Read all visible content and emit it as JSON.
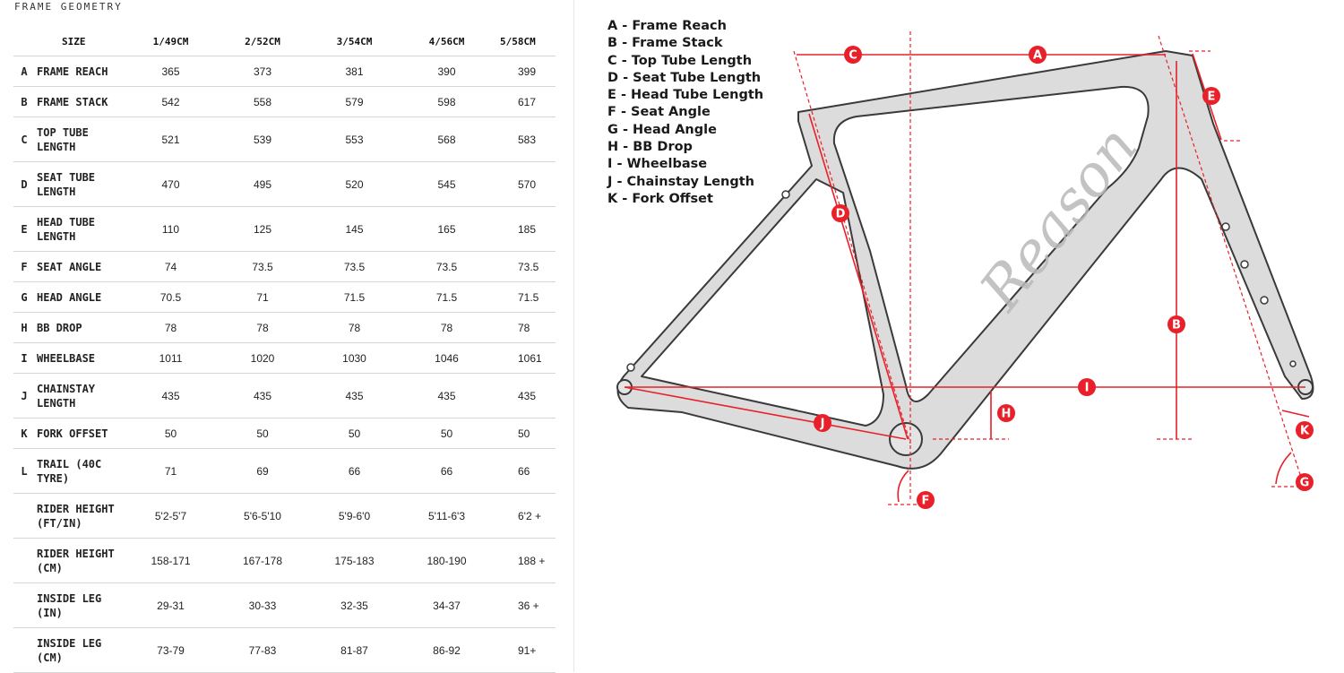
{
  "title": "FRAME GEOMETRY",
  "table": {
    "size_header": "SIZE",
    "sizes": [
      "1/49CM",
      "2/52CM",
      "3/54CM",
      "4/56CM",
      "5/58CM"
    ],
    "rows": [
      {
        "code": "A",
        "label_lines": [
          "FRAME REACH"
        ],
        "values": [
          "365",
          "373",
          "381",
          "390",
          "399"
        ]
      },
      {
        "code": "B",
        "label_lines": [
          "FRAME STACK"
        ],
        "values": [
          "542",
          "558",
          "579",
          "598",
          "617"
        ]
      },
      {
        "code": "C",
        "label_lines": [
          "TOP TUBE",
          "LENGTH"
        ],
        "values": [
          "521",
          "539",
          "553",
          "568",
          "583"
        ]
      },
      {
        "code": "D",
        "label_lines": [
          "SEAT TUBE",
          "LENGTH"
        ],
        "values": [
          "470",
          "495",
          "520",
          "545",
          "570"
        ]
      },
      {
        "code": "E",
        "label_lines": [
          "HEAD TUBE",
          "LENGTH"
        ],
        "values": [
          "110",
          "125",
          "145",
          "165",
          "185"
        ]
      },
      {
        "code": "F",
        "label_lines": [
          "SEAT ANGLE"
        ],
        "values": [
          "74",
          "73.5",
          "73.5",
          "73.5",
          "73.5"
        ]
      },
      {
        "code": "G",
        "label_lines": [
          "HEAD ANGLE"
        ],
        "values": [
          "70.5",
          "71",
          "71.5",
          "71.5",
          "71.5"
        ]
      },
      {
        "code": "H",
        "label_lines": [
          "BB DROP"
        ],
        "values": [
          "78",
          "78",
          "78",
          "78",
          "78"
        ]
      },
      {
        "code": "I",
        "label_lines": [
          "WHEELBASE"
        ],
        "values": [
          "1011",
          "1020",
          "1030",
          "1046",
          "1061"
        ]
      },
      {
        "code": "J",
        "label_lines": [
          "CHAINSTAY",
          "LENGTH"
        ],
        "values": [
          "435",
          "435",
          "435",
          "435",
          "435"
        ]
      },
      {
        "code": "K",
        "label_lines": [
          "FORK OFFSET"
        ],
        "values": [
          "50",
          "50",
          "50",
          "50",
          "50"
        ]
      },
      {
        "code": "L",
        "label_lines": [
          "TRAIL (40C",
          "TYRE)"
        ],
        "values": [
          "71",
          "69",
          "66",
          "66",
          "66"
        ]
      },
      {
        "code": "",
        "label_lines": [
          "RIDER HEIGHT",
          "(FT/IN)"
        ],
        "values": [
          "5'2-5'7",
          "5'6-5'10",
          "5'9-6'0",
          "5'11-6'3",
          "6'2 +"
        ]
      },
      {
        "code": "",
        "label_lines": [
          "RIDER HEIGHT",
          "(CM)"
        ],
        "values": [
          "158-171",
          "167-178",
          "175-183",
          "180-190",
          "188 +"
        ]
      },
      {
        "code": "",
        "label_lines": [
          "INSIDE LEG",
          "(IN)"
        ],
        "values": [
          "29-31",
          "30-33",
          "32-35",
          "34-37",
          "36 +"
        ]
      },
      {
        "code": "",
        "label_lines": [
          "INSIDE LEG",
          "(CM)"
        ],
        "values": [
          "73-79",
          "77-83",
          "81-87",
          "86-92",
          "91+"
        ]
      }
    ]
  },
  "legend": [
    "A  - Frame Reach",
    "B  - Frame Stack",
    "C  - Top Tube Length",
    "D  - Seat Tube Length",
    "E - Head Tube Length",
    "F - Seat Angle",
    "G - Head Angle",
    "H - BB Drop",
    "I - Wheelbase",
    "J - Chainstay Length",
    "K - Fork Offset"
  ],
  "diagram": {
    "markers": [
      "A",
      "B",
      "C",
      "D",
      "E",
      "F",
      "G",
      "H",
      "I",
      "J",
      "K"
    ],
    "brand_logo_text": "Reason",
    "colors": {
      "frame_fill": "#dcdcdc",
      "frame_stroke": "#3a3a3a",
      "accent": "#e8202a"
    }
  }
}
